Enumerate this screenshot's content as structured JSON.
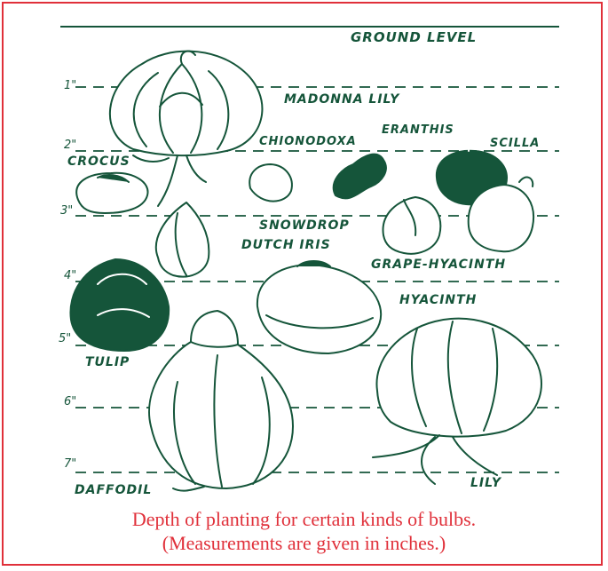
{
  "labels": {
    "ground_level": "GROUND LEVEL",
    "madonna_lily": "MADONNA LILY",
    "chionodoxa": "CHIONODOXA",
    "eranthis": "ERANTHIS",
    "scilla": "SCILLA",
    "crocus": "CROCUS",
    "snowdrop": "SNOWDROP",
    "dutch_iris": "DUTCH IRIS",
    "grape_hyacinth": "GRAPE-HYACINTH",
    "hyacinth": "HYACINTH",
    "tulip": "TULIP",
    "daffodil": "DAFFODIL",
    "lily": "LILY"
  },
  "depths": [
    "1\"",
    "2\"",
    "3\"",
    "4\"",
    "5\"",
    "6\"",
    "7\""
  ],
  "caption": {
    "line1": "Depth of planting for certain kinds of bulbs.",
    "line2": "(Measurements are given in inches.)"
  },
  "colors": {
    "ink": "#15553a",
    "border": "#e0303a",
    "caption": "#e0303a"
  }
}
